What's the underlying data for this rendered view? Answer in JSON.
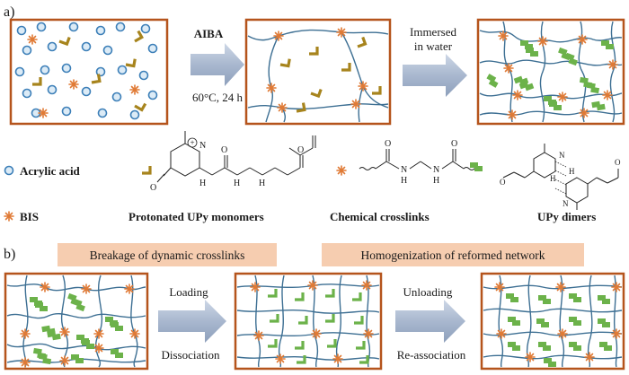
{
  "panel_a": {
    "tag": "a)",
    "arrow1": {
      "reagent": "AIBA",
      "condition": "60°C, 24 h"
    },
    "arrow2": {
      "line1": "Immersed",
      "line2": "in water"
    }
  },
  "legend": {
    "acrylic_acid": "Acrylic acid",
    "bis": "BIS",
    "protonated_monomers": "Protonated UPy monomers",
    "chemical_crosslinks": "Chemical crosslinks",
    "upy_dimers": "UPy dimers",
    "chem_atoms": {
      "O": "O",
      "H": "H",
      "N": "N",
      "plus": "+"
    }
  },
  "panel_b": {
    "tag": "b)",
    "banner1": "Breakage of dynamic crosslinks",
    "banner2": "Homogenization of reformed network",
    "arrow1": {
      "top": "Loading",
      "bottom": "Dissociation"
    },
    "arrow2": {
      "top": "Unloading",
      "bottom": "Re-association"
    }
  },
  "colors": {
    "frame": "#b5541c",
    "network": "#3d6f93",
    "dimer": "#6cb24a",
    "monomer": "#a7841d",
    "crosslink": "#e07a35",
    "bead_stroke": "#3c7fb8",
    "bead_fill": "#dcebf6",
    "banner": "#f6cdb0"
  }
}
